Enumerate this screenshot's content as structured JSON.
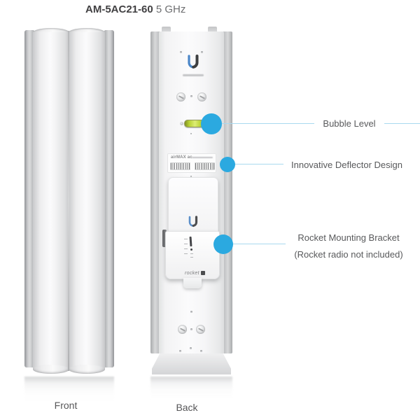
{
  "title": {
    "model": "AM-5AC21-60",
    "frequency": " 5 GHz"
  },
  "captions": {
    "front": "Front",
    "back": "Back"
  },
  "annotations": {
    "bubble_level": "Bubble Level",
    "deflector": "Innovative Deflector Design",
    "bracket_line1": "Rocket Mounting Bracket",
    "bracket_line2": "(Rocket radio not included)"
  },
  "device_markings": {
    "label_text": "airMAX ac",
    "rocket_text": "rocket"
  },
  "icons": {
    "ubiquiti_logo": "U-shaped logo, blue left stroke / dark right stroke",
    "bubble_level": "green horizontal level capsule",
    "barcode": "striped sticker box",
    "screw": "round metal screw",
    "callout_dot": "solid blue circle"
  },
  "colors": {
    "callout_dot": "#2BA9E0",
    "callout_line": "#A9D9EF",
    "bubble_green": "#BCD53A",
    "annotation_text": "#58595B",
    "title_text": "#414042"
  }
}
